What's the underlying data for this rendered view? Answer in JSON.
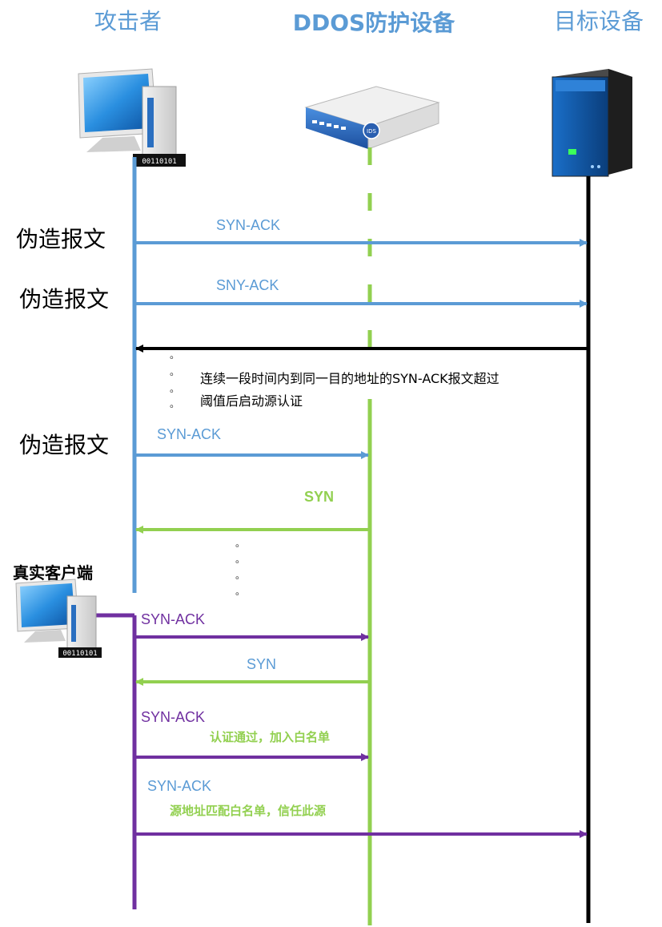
{
  "headers": {
    "attacker": "攻击者",
    "ddos_device": "DDOS防护设备",
    "target": "目标设备"
  },
  "side_labels": {
    "forged_1": "伪造报文",
    "forged_2": "伪造报文",
    "forged_3": "伪造报文",
    "real_client": "真实客户端"
  },
  "binary_text": "00110101",
  "device_badge": "IDS",
  "messages": [
    {
      "label": "SYN-ACK",
      "color": "#5b9bd5"
    },
    {
      "label": "SNY-ACK",
      "color": "#5b9bd5"
    },
    {
      "label": "",
      "color": "#000000"
    },
    {
      "label": "SYN-ACK",
      "color": "#5b9bd5"
    },
    {
      "label": "SYN",
      "color": "#92d050"
    },
    {
      "label": "SYN-ACK",
      "color": "#7030a0"
    },
    {
      "label": "SYN",
      "color": "#5b9bd5"
    },
    {
      "label": "SYN-ACK",
      "color": "#7030a0"
    },
    {
      "label": "SYN-ACK",
      "color": "#5b9bd5"
    }
  ],
  "notes": {
    "threshold_line1": "连续一段时间内到同一目的地址的SYN-ACK报文超过",
    "threshold_line2": "阈值后启动源认证",
    "auth_passed": "认证通过，加入白名单",
    "whitelist_match": "源地址匹配白名单，信任此源"
  },
  "ellipsis_dots": [
    "。",
    "。",
    "。",
    "。"
  ],
  "colors": {
    "attacker_line": "#5b9bd5",
    "device_line": "#92d050",
    "target_line": "#000000",
    "client_line": "#7030a0"
  }
}
